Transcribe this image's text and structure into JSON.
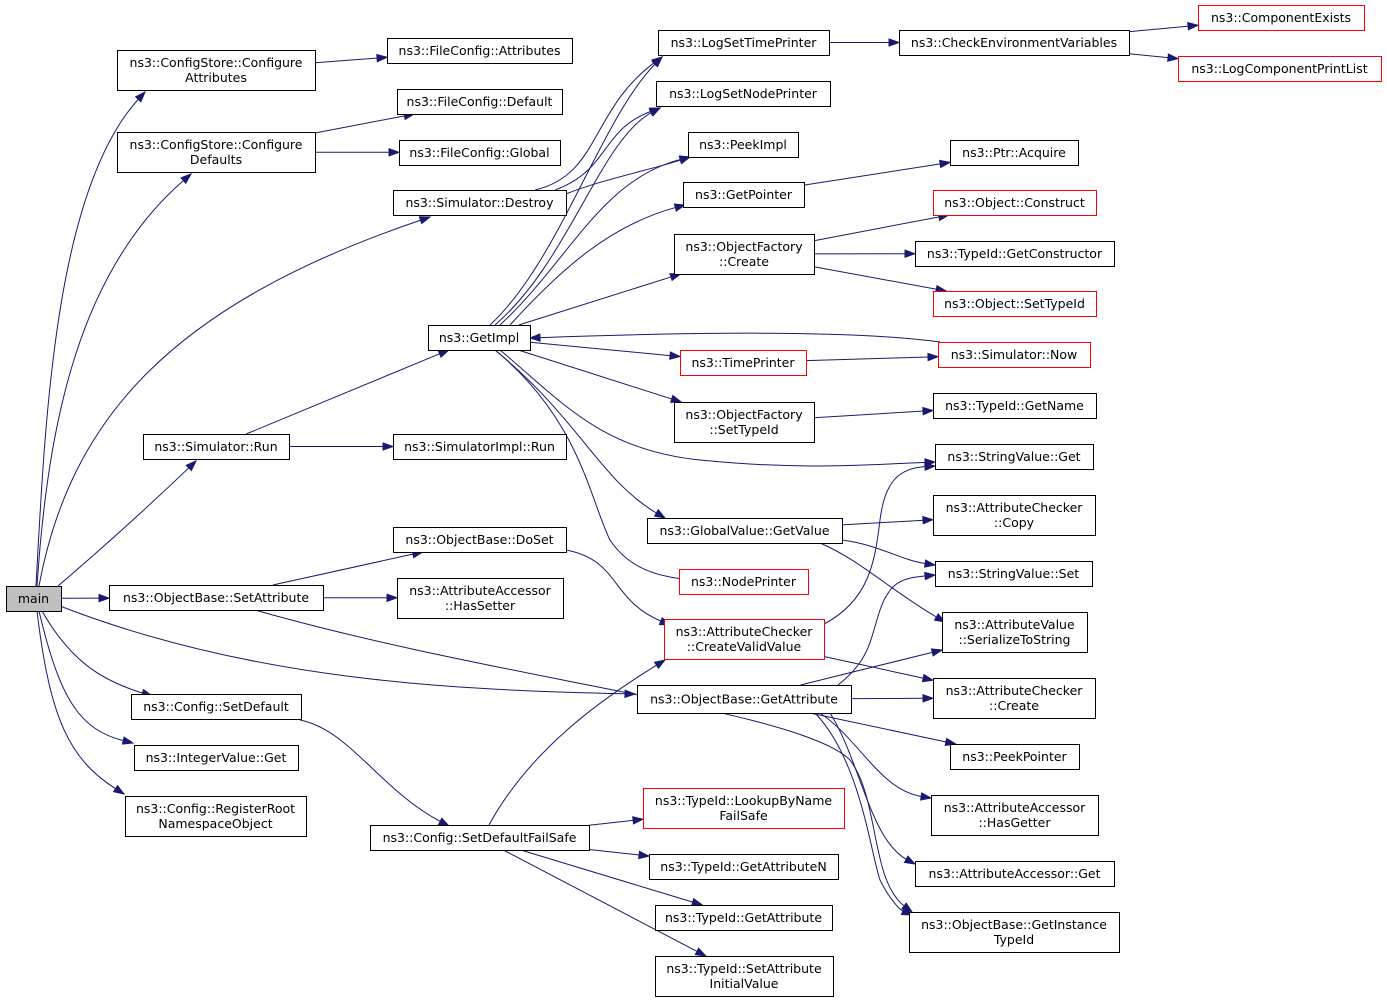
{
  "graph": {
    "nodes": {
      "main": {
        "lines": [
          "main"
        ],
        "border": "black",
        "fill": "grey"
      },
      "csAttr": {
        "lines": [
          "ns3::ConfigStore::Configure",
          "Attributes"
        ],
        "border": "black"
      },
      "csDef": {
        "lines": [
          "ns3::ConfigStore::Configure",
          "Defaults"
        ],
        "border": "black"
      },
      "simDestroy": {
        "lines": [
          "ns3::Simulator::Destroy"
        ],
        "border": "black"
      },
      "getImpl": {
        "lines": [
          "ns3::GetImpl"
        ],
        "border": "black"
      },
      "simRun": {
        "lines": [
          "ns3::Simulator::Run"
        ],
        "border": "black"
      },
      "obSetAttr": {
        "lines": [
          "ns3::ObjectBase::SetAttribute"
        ],
        "border": "black"
      },
      "cfgSetDefault": {
        "lines": [
          "ns3::Config::SetDefault"
        ],
        "border": "black"
      },
      "intGet": {
        "lines": [
          "ns3::IntegerValue::Get"
        ],
        "border": "black"
      },
      "cfgRegister": {
        "lines": [
          "ns3::Config::RegisterRoot",
          "NamespaceObject"
        ],
        "border": "black"
      },
      "fcAttrs": {
        "lines": [
          "ns3::FileConfig::Attributes"
        ],
        "border": "black"
      },
      "fcDefault": {
        "lines": [
          "ns3::FileConfig::Default"
        ],
        "border": "black"
      },
      "fcGlobal": {
        "lines": [
          "ns3::FileConfig::Global"
        ],
        "border": "black"
      },
      "simImplRun": {
        "lines": [
          "ns3::SimulatorImpl::Run"
        ],
        "border": "black"
      },
      "obDoSet": {
        "lines": [
          "ns3::ObjectBase::DoSet"
        ],
        "border": "black"
      },
      "aaHasSetter": {
        "lines": [
          "ns3::AttributeAccessor",
          "::HasSetter"
        ],
        "border": "black"
      },
      "cfgSetDefFS": {
        "lines": [
          "ns3::Config::SetDefaultFailSafe"
        ],
        "border": "black"
      },
      "logSetTime": {
        "lines": [
          "ns3::LogSetTimePrinter"
        ],
        "border": "black"
      },
      "logSetNode": {
        "lines": [
          "ns3::LogSetNodePrinter"
        ],
        "border": "black"
      },
      "peekImpl": {
        "lines": [
          "ns3::PeekImpl"
        ],
        "border": "black"
      },
      "getPointer": {
        "lines": [
          "ns3::GetPointer"
        ],
        "border": "black"
      },
      "ofCreate": {
        "lines": [
          "ns3::ObjectFactory",
          "::Create"
        ],
        "border": "black"
      },
      "timePrinter": {
        "lines": [
          "ns3::TimePrinter"
        ],
        "border": "red"
      },
      "ofSetTypeId": {
        "lines": [
          "ns3::ObjectFactory",
          "::SetTypeId"
        ],
        "border": "black"
      },
      "gvGetValue": {
        "lines": [
          "ns3::GlobalValue::GetValue"
        ],
        "border": "black"
      },
      "nodePrinter": {
        "lines": [
          "ns3::NodePrinter"
        ],
        "border": "red"
      },
      "acCreateValid": {
        "lines": [
          "ns3::AttributeChecker",
          "::CreateValidValue"
        ],
        "border": "red"
      },
      "obGetAttr": {
        "lines": [
          "ns3::ObjectBase::GetAttribute"
        ],
        "border": "black"
      },
      "tiLookup": {
        "lines": [
          "ns3::TypeId::LookupByName",
          "FailSafe"
        ],
        "border": "red"
      },
      "tiGetAttrN": {
        "lines": [
          "ns3::TypeId::GetAttributeN"
        ],
        "border": "black"
      },
      "tiGetAttr": {
        "lines": [
          "ns3::TypeId::GetAttribute"
        ],
        "border": "black"
      },
      "tiSetAttrInit": {
        "lines": [
          "ns3::TypeId::SetAttribute",
          "InitialValue"
        ],
        "border": "black"
      },
      "checkEnv": {
        "lines": [
          "ns3::CheckEnvironmentVariables"
        ],
        "border": "black"
      },
      "compExists": {
        "lines": [
          "ns3::ComponentExists"
        ],
        "border": "red"
      },
      "logCompPrint": {
        "lines": [
          "ns3::LogComponentPrintList"
        ],
        "border": "red"
      },
      "ptrAcquire": {
        "lines": [
          "ns3::Ptr::Acquire"
        ],
        "border": "black"
      },
      "objConstruct": {
        "lines": [
          "ns3::Object::Construct"
        ],
        "border": "red"
      },
      "tiGetCtor": {
        "lines": [
          "ns3::TypeId::GetConstructor"
        ],
        "border": "black"
      },
      "objSetTypeId": {
        "lines": [
          "ns3::Object::SetTypeId"
        ],
        "border": "red"
      },
      "simNow": {
        "lines": [
          "ns3::Simulator::Now"
        ],
        "border": "red"
      },
      "tiGetName": {
        "lines": [
          "ns3::TypeId::GetName"
        ],
        "border": "black"
      },
      "svGet": {
        "lines": [
          "ns3::StringValue::Get"
        ],
        "border": "black"
      },
      "acCopy": {
        "lines": [
          "ns3::AttributeChecker",
          "::Copy"
        ],
        "border": "black"
      },
      "svSet": {
        "lines": [
          "ns3::StringValue::Set"
        ],
        "border": "black"
      },
      "avSerialize": {
        "lines": [
          "ns3::AttributeValue",
          "::SerializeToString"
        ],
        "border": "black"
      },
      "acCreate": {
        "lines": [
          "ns3::AttributeChecker",
          "::Create"
        ],
        "border": "black"
      },
      "peekPointer": {
        "lines": [
          "ns3::PeekPointer"
        ],
        "border": "black"
      },
      "aaHasGetter": {
        "lines": [
          "ns3::AttributeAccessor",
          "::HasGetter"
        ],
        "border": "black"
      },
      "aaGet": {
        "lines": [
          "ns3::AttributeAccessor::Get"
        ],
        "border": "black"
      },
      "obGetInstTid": {
        "lines": [
          "ns3::ObjectBase::GetInstance",
          "TypeId"
        ],
        "border": "black"
      }
    },
    "edges": [
      [
        "main",
        "csAttr"
      ],
      [
        "main",
        "csDef"
      ],
      [
        "main",
        "simDestroy"
      ],
      [
        "main",
        "simRun"
      ],
      [
        "main",
        "obSetAttr"
      ],
      [
        "main",
        "cfgSetDefault"
      ],
      [
        "main",
        "intGet"
      ],
      [
        "main",
        "cfgRegister"
      ],
      [
        "main",
        "obGetAttr"
      ],
      [
        "csAttr",
        "fcAttrs"
      ],
      [
        "csDef",
        "fcDefault"
      ],
      [
        "csDef",
        "fcGlobal"
      ],
      [
        "simDestroy",
        "logSetTime"
      ],
      [
        "simDestroy",
        "logSetNode"
      ],
      [
        "simDestroy",
        "peekImpl"
      ],
      [
        "simRun",
        "getImpl"
      ],
      [
        "simRun",
        "simImplRun"
      ],
      [
        "getImpl",
        "logSetTime"
      ],
      [
        "getImpl",
        "logSetNode"
      ],
      [
        "getImpl",
        "peekImpl"
      ],
      [
        "getImpl",
        "getPointer"
      ],
      [
        "getImpl",
        "ofCreate"
      ],
      [
        "getImpl",
        "timePrinter"
      ],
      [
        "getImpl",
        "ofSetTypeId"
      ],
      [
        "getImpl",
        "svGet"
      ],
      [
        "getImpl",
        "gvGetValue"
      ],
      [
        "getImpl",
        "nodePrinter"
      ],
      [
        "obSetAttr",
        "obDoSet"
      ],
      [
        "obSetAttr",
        "aaHasSetter"
      ],
      [
        "obSetAttr",
        "obGetInstTid"
      ],
      [
        "obDoSet",
        "acCreateValid"
      ],
      [
        "cfgSetDefault",
        "cfgSetDefFS"
      ],
      [
        "cfgSetDefFS",
        "acCreateValid"
      ],
      [
        "cfgSetDefFS",
        "tiLookup"
      ],
      [
        "cfgSetDefFS",
        "tiGetAttrN"
      ],
      [
        "cfgSetDefFS",
        "tiGetAttr"
      ],
      [
        "cfgSetDefFS",
        "tiSetAttrInit"
      ],
      [
        "logSetTime",
        "checkEnv"
      ],
      [
        "checkEnv",
        "compExists"
      ],
      [
        "checkEnv",
        "logCompPrint"
      ],
      [
        "getPointer",
        "ptrAcquire"
      ],
      [
        "ofCreate",
        "objConstruct"
      ],
      [
        "ofCreate",
        "tiGetCtor"
      ],
      [
        "ofCreate",
        "objSetTypeId"
      ],
      [
        "timePrinter",
        "simNow"
      ],
      [
        "simNow",
        "getImpl"
      ],
      [
        "ofSetTypeId",
        "tiGetName"
      ],
      [
        "gvGetValue",
        "acCopy"
      ],
      [
        "gvGetValue",
        "svSet"
      ],
      [
        "gvGetValue",
        "avSerialize"
      ],
      [
        "acCreateValid",
        "svGet"
      ],
      [
        "acCreateValid",
        "acCreate"
      ],
      [
        "obGetAttr",
        "svSet"
      ],
      [
        "obGetAttr",
        "avSerialize"
      ],
      [
        "obGetAttr",
        "acCreate"
      ],
      [
        "obGetAttr",
        "peekPointer"
      ],
      [
        "obGetAttr",
        "aaHasGetter"
      ],
      [
        "obGetAttr",
        "aaGet"
      ],
      [
        "obGetAttr",
        "obGetInstTid"
      ]
    ]
  }
}
